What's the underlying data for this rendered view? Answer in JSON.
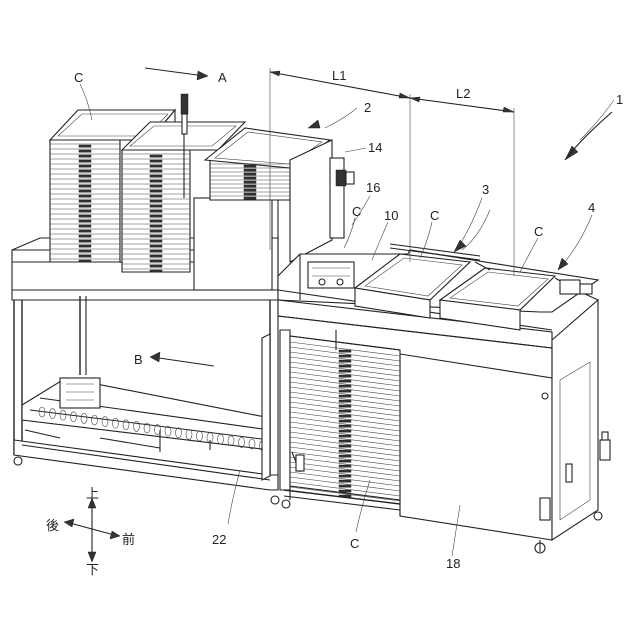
{
  "labels": {
    "c1": "C",
    "a": "A",
    "l1": "L1",
    "l2": "L2",
    "n1": "1",
    "n2": "2",
    "n14": "14",
    "n16": "16",
    "c2": "C",
    "n10": "10",
    "c3": "C",
    "n3": "3",
    "c4": "C",
    "n4": "4",
    "b": "B",
    "up": "上",
    "rear": "後",
    "front": "前",
    "down": "下",
    "n22": "22",
    "c5": "C",
    "n18": "18"
  }
}
